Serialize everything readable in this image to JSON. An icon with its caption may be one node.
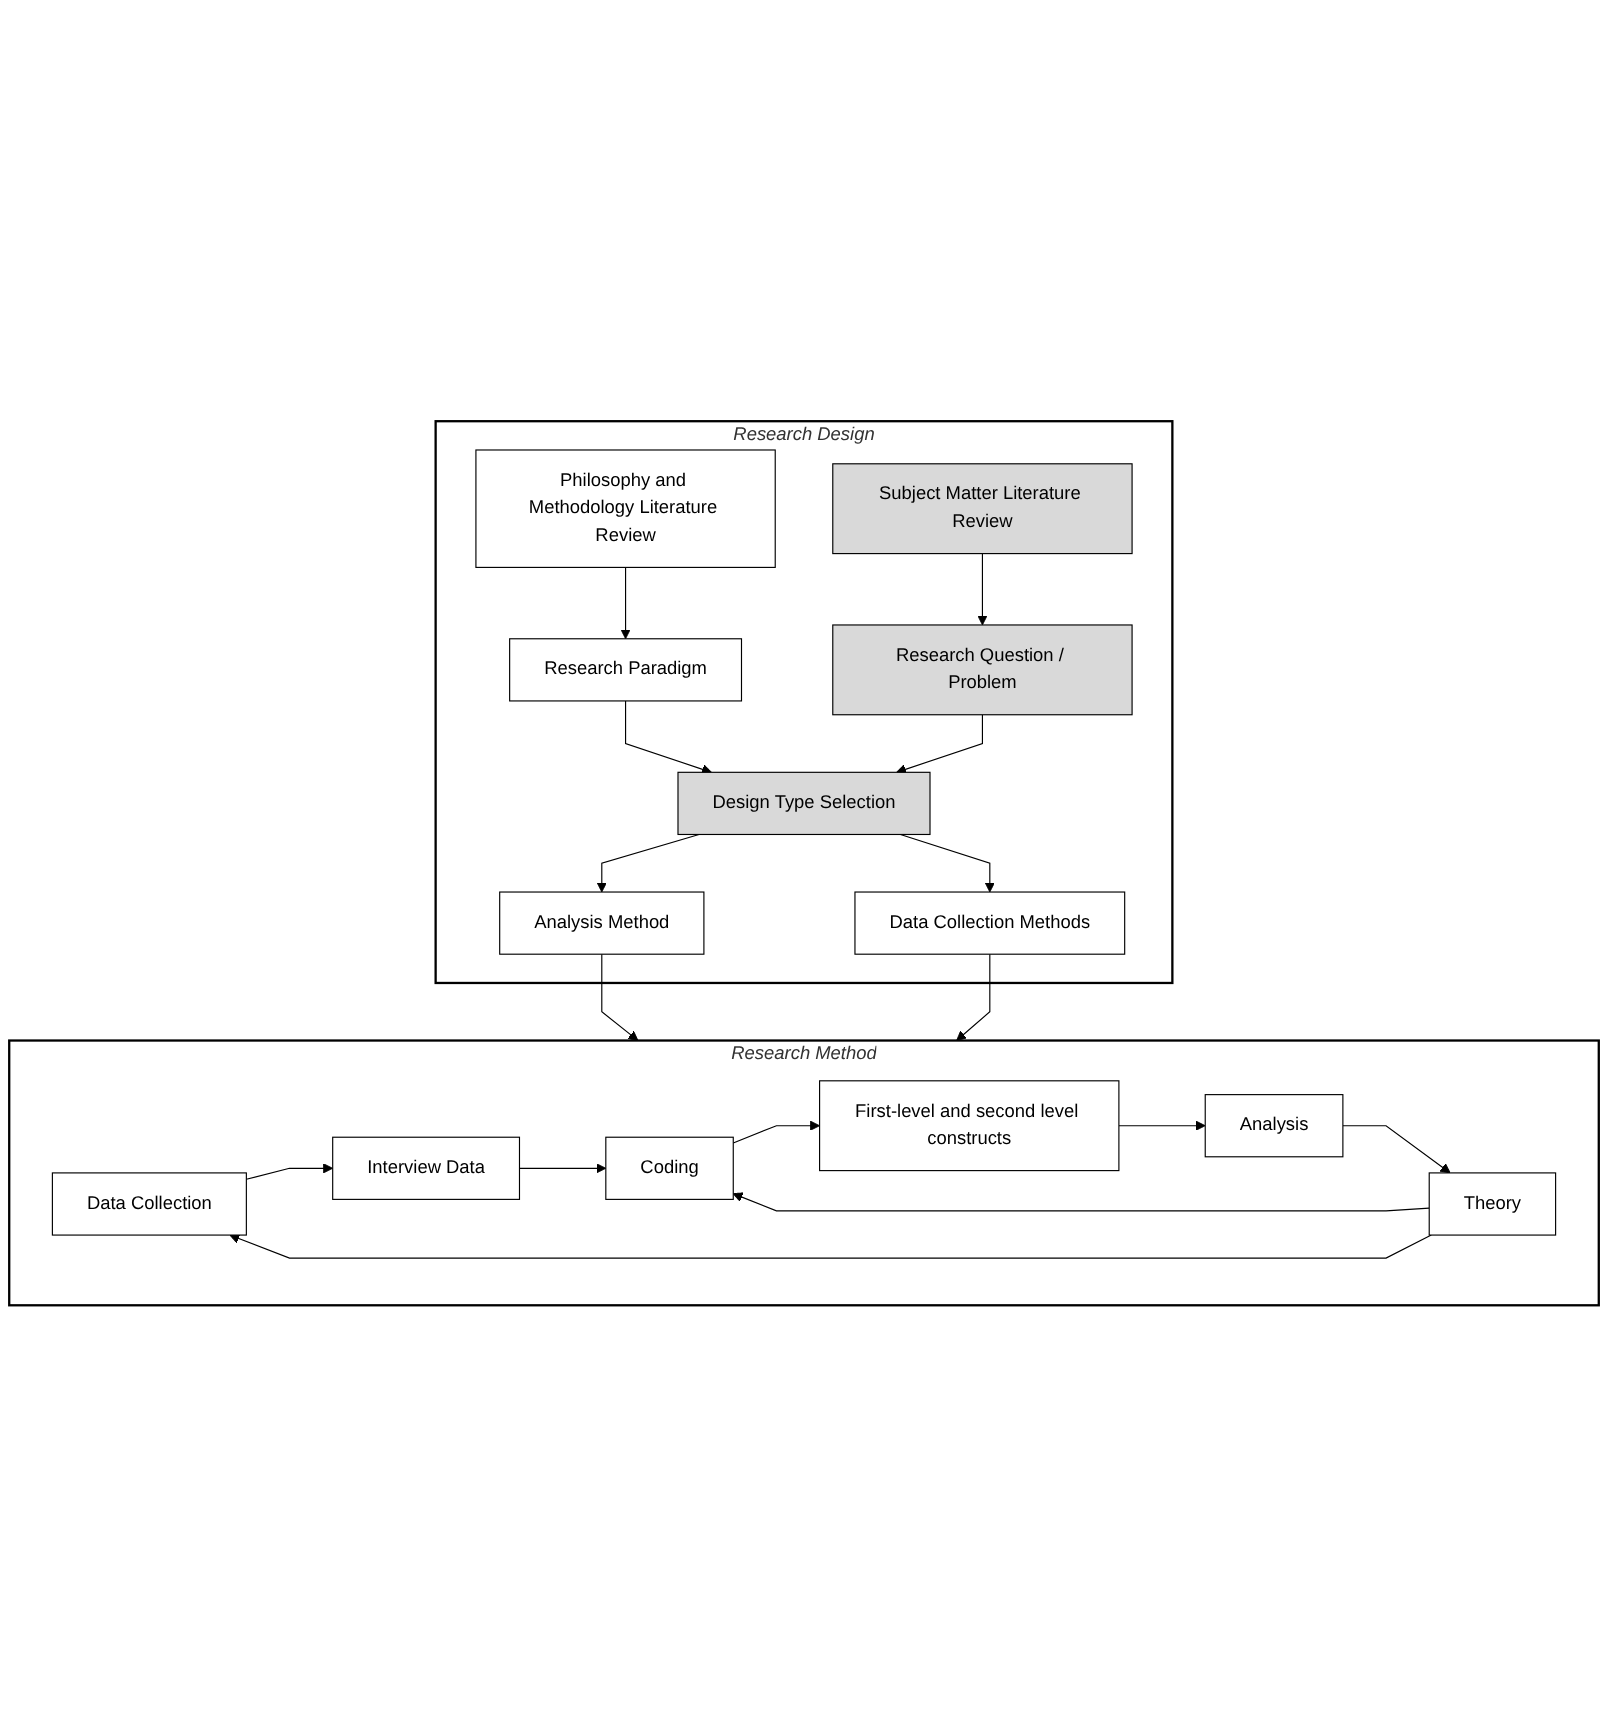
{
  "diagram": {
    "nodes": [
      {
        "text": [
          "Research Design"
        ]
      },
      {
        "text": [
          "Philosophy and Methodology Literature Review"
        ],
        "in": 0
      },
      {
        "text": [
          "Research Paradigm"
        ],
        "in": 0
      },
      {
        "text": [
          "Subject Matter Literature Review"
        ],
        "in": 0
      },
      {
        "text": [
          "Research Question / Problem"
        ],
        "in": 0
      },
      {
        "text": [
          "Design Type Selection"
        ],
        "in": 0
      },
      {
        "text": [
          "Data Collection Methods"
        ],
        "in": 0
      },
      {
        "text": [
          "Analysis Method"
        ],
        "in": 0
      },
      {
        "text": [
          "Research Method"
        ]
      },
      {
        "text": [
          "Data Collection"
        ],
        "in": 8
      },
      {
        "text": [
          "Interview Data"
        ],
        "in": 8
      },
      {
        "text": [
          "Coding"
        ],
        "in": 8
      },
      {
        "text": [
          "First-level and second level constructs"
        ],
        "in": 8
      },
      {
        "text": [
          "Analysis"
        ],
        "in": 8
      },
      {
        "text": [
          "Theory"
        ],
        "in": 8
      }
    ],
    "edges": [
      {
        "from": 1,
        "to": 2,
        "arrow": "to"
      },
      {
        "from": 3,
        "to": 4,
        "arrow": "to"
      },
      {
        "from": 2,
        "to": 5,
        "arrow": "to"
      },
      {
        "from": 4,
        "to": 5,
        "arrow": "to"
      },
      {
        "from": 5,
        "to": 6,
        "arrow": "to"
      },
      {
        "from": 5,
        "to": 7,
        "arrow": "to"
      },
      {
        "from": 7,
        "to": 8,
        "arrow": "to"
      },
      {
        "from": 6,
        "to": 8,
        "arrow": "to"
      },
      {
        "from": 9,
        "to": 10,
        "arrow": "to"
      },
      {
        "from": 10,
        "to": 11,
        "arrow": "to"
      },
      {
        "from": 11,
        "to": 12,
        "arrow": "to"
      },
      {
        "from": 12,
        "to": 13,
        "arrow": "to"
      },
      {
        "from": 13,
        "to": 14,
        "arrow": "to"
      },
      {
        "from": 14,
        "to": 9,
        "arrow": "to"
      },
      {
        "from": 14,
        "to": 11,
        "arrow": "to"
      }
    ]
  }
}
